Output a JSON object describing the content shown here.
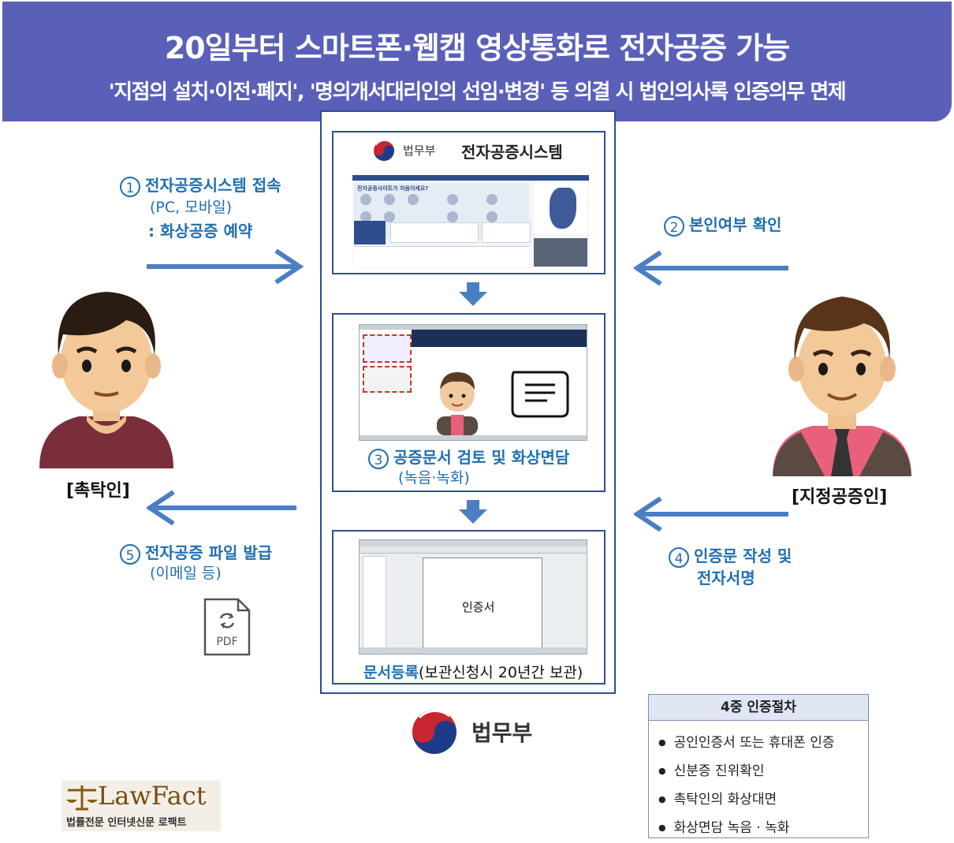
{
  "header": {
    "title": "20일부터 스마트폰·웹캠 영상통화로 전자공증 가능",
    "subtitle": "'지점의 설치·이전·폐지', '명의개서대리인의 선임·변경' 등 의결 시 법인의사록 인증의무 면제"
  },
  "system": {
    "ministry": "법무부",
    "name": "전자공증시스템",
    "screen_banner": "전자공증사이트가 처음이세요?",
    "document_title": "인증서"
  },
  "steps": {
    "s1": {
      "num": "1",
      "title": "전자공증시스템 접속",
      "line2": "(PC, 모바일)",
      "line3": ": 화상공증 예약"
    },
    "s2": {
      "num": "2",
      "title": "본인여부 확인"
    },
    "s3": {
      "num": "3",
      "title": "공증문서 검토 및 화상면담",
      "sub": "(녹음·녹화)"
    },
    "s4": {
      "num": "4",
      "title": "인증문 작성 및",
      "line2": "전자서명"
    },
    "s5": {
      "num": "5",
      "title": "전자공증 파일 발급",
      "sub": "(이메일 등)"
    },
    "register": {
      "main": "문서등록",
      "sub": "(보관신청시 20년간 보관)"
    }
  },
  "roles": {
    "client": "[촉탁인]",
    "notary": "[지정공증인]"
  },
  "pdf_icon": {
    "label": "PDF"
  },
  "cert_box": {
    "title": "4중 인증절차",
    "items": [
      "공인인증서 또는 휴대폰 인증",
      "신분증 진위확인",
      "촉탁인의 화상대면",
      "화상면담 녹음 · 녹화"
    ]
  },
  "footer_logo": {
    "ministry": "법무부"
  },
  "lawfact": {
    "brand": "LawFact",
    "tagline": "법률전문 인터넷신문 로팩트"
  },
  "colors": {
    "header_bg": "#5a5fb8",
    "accent": "#1f6fb2",
    "arrow": "#4a7fc1",
    "frame": "#2f4f8f"
  }
}
